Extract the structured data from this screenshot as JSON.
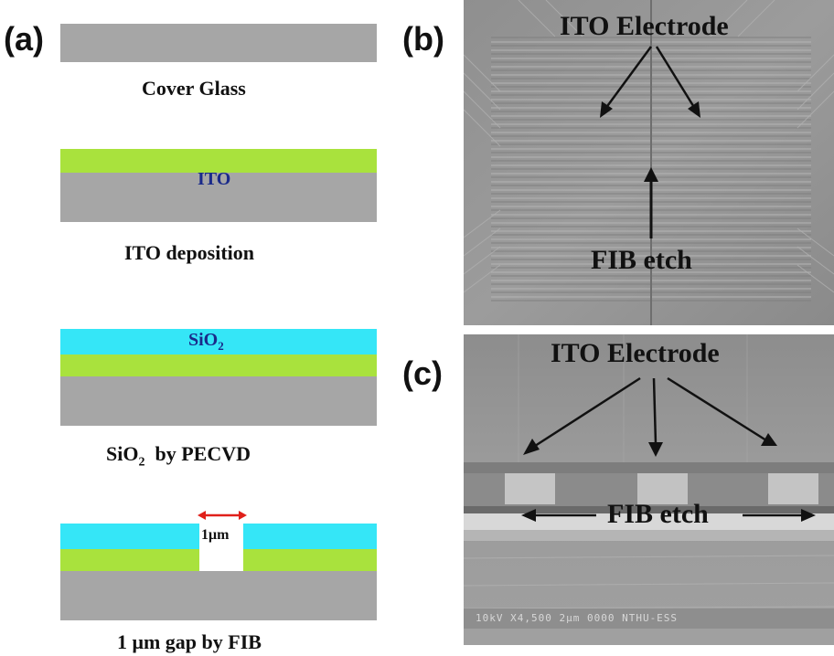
{
  "panel_a": {
    "label": "(a)",
    "steps": [
      {
        "caption": "Cover Glass"
      },
      {
        "caption": "ITO deposition",
        "layer_label": "ITO"
      },
      {
        "caption_main": "SiO",
        "caption_sub": "2",
        "caption_rest": "  by PECVD",
        "layer_label_main": "SiO",
        "layer_label_sub": "2"
      },
      {
        "caption": "1 μm gap by FIB",
        "gap_label": "1μm"
      }
    ],
    "colors": {
      "glass": "#a6a6a6",
      "ito": "#a9e23d",
      "sio2": "#35e6f7",
      "gap_arrow": "#e0201a",
      "ito_text": "#1a2a8a"
    }
  },
  "panel_b": {
    "label": "(b)",
    "top_annotation": "ITO Electrode",
    "bottom_annotation": "FIB etch"
  },
  "panel_c": {
    "label": "(c)",
    "top_annotation": "ITO Electrode",
    "etch_annotation": "FIB etch",
    "sem_info": "10kV   X4,500   2μm   0000  NTHU-ESS"
  }
}
